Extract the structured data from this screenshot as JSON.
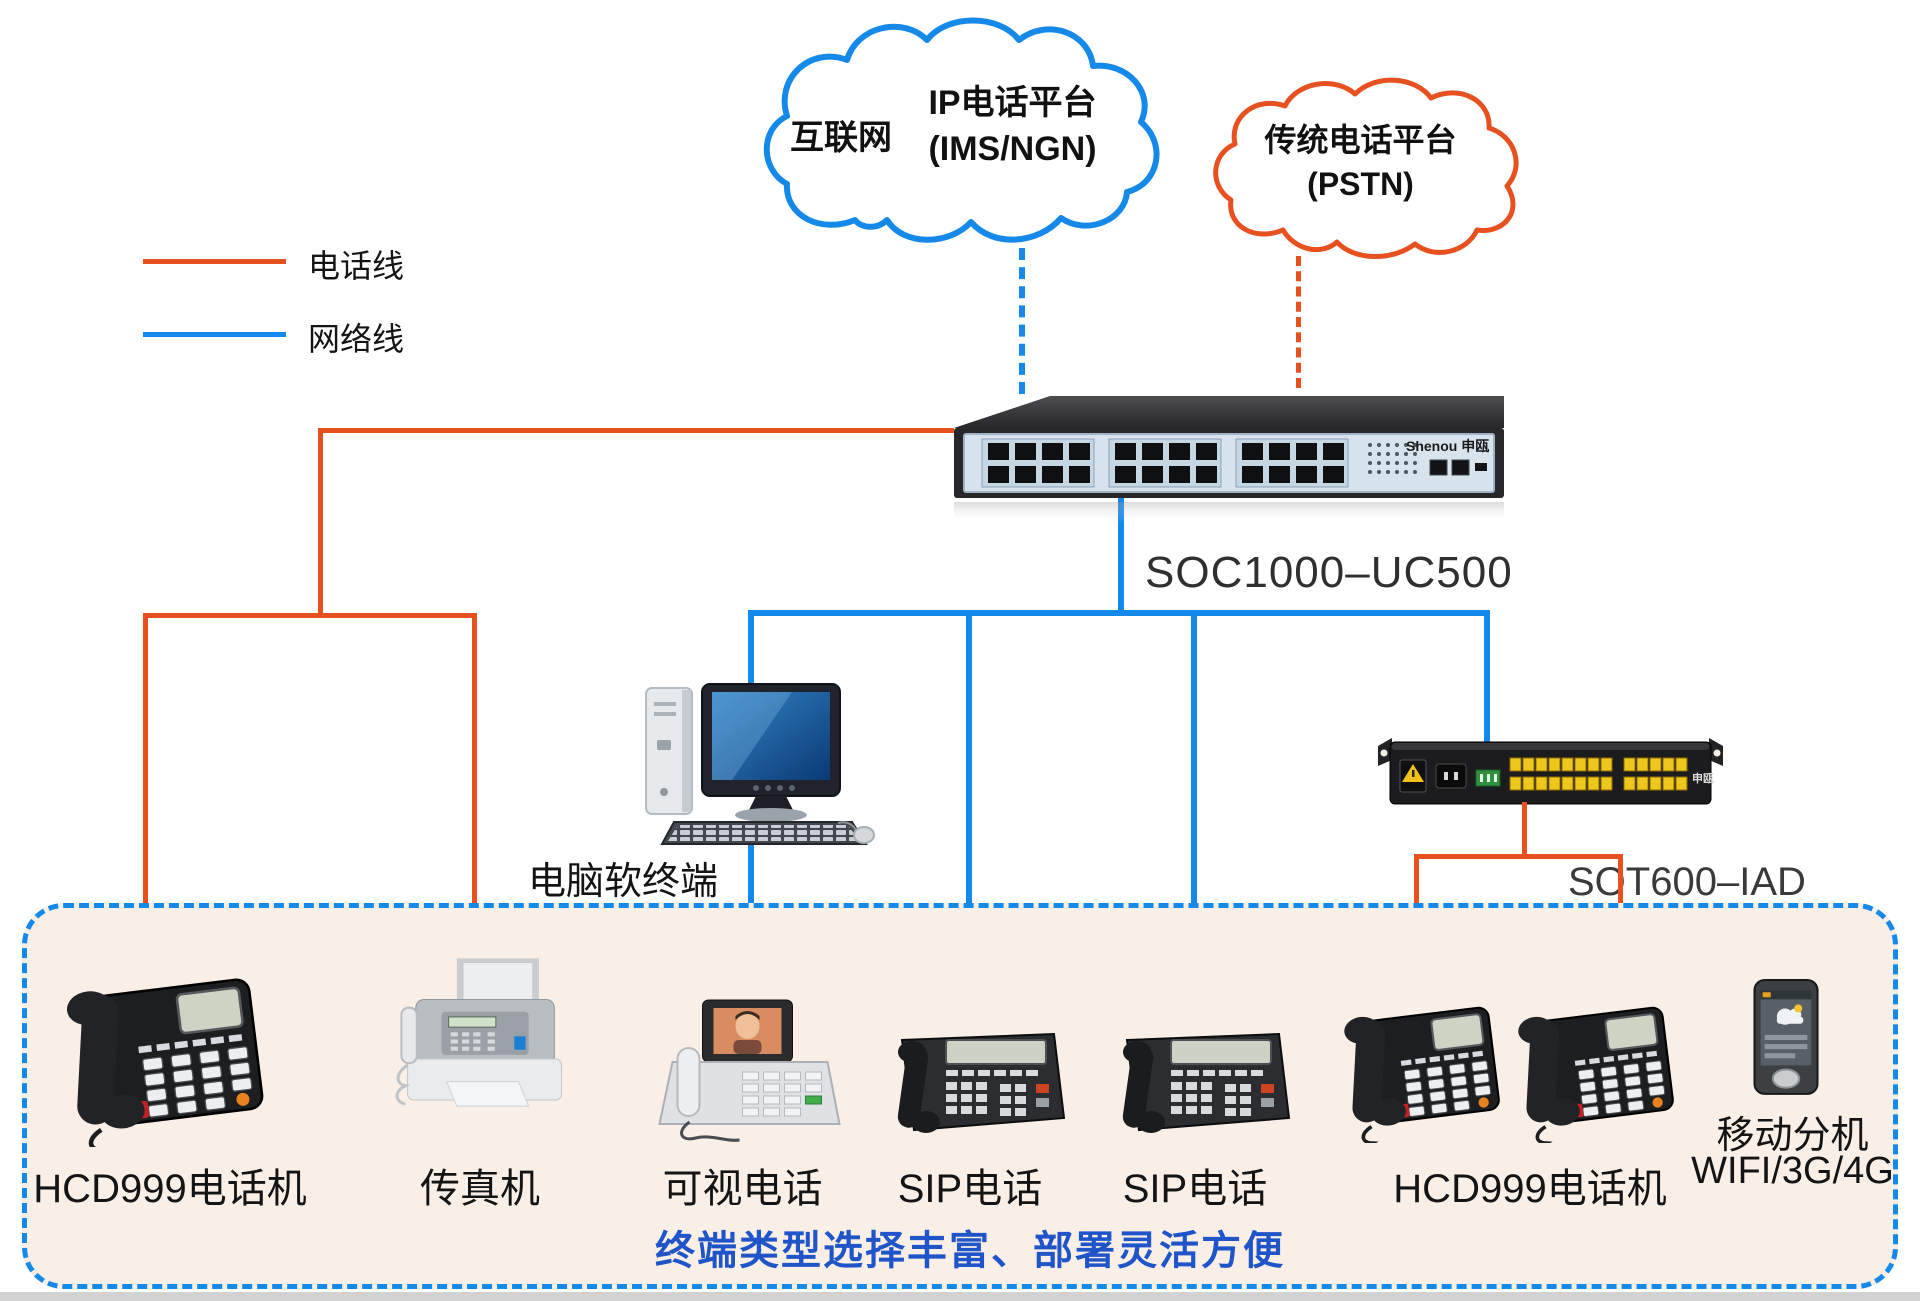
{
  "diagram": {
    "clouds": {
      "internet": {
        "label": "互联网",
        "line1": "IP电话平台",
        "line2": "(IMS/NGN)"
      },
      "pstn": {
        "line1": "传统电话平台",
        "line2": "(PSTN)"
      }
    },
    "legend": {
      "items": [
        {
          "label": "电话线"
        },
        {
          "label": "网络线"
        }
      ]
    },
    "soc": {
      "brand": "Shenou 申瓯",
      "label": "SOC1000–UC500"
    },
    "computer": {
      "label": "电脑软终端"
    },
    "iad": {
      "label": "SOT600–IAD",
      "brand": "申瓯"
    },
    "terminals": [
      {
        "label": "HCD999电话机"
      },
      {
        "label": "传真机"
      },
      {
        "label": "可视电话"
      },
      {
        "label": "SIP电话"
      },
      {
        "label": "SIP电话"
      },
      {
        "label": "HCD999电话机"
      }
    ],
    "mobile": {
      "line1": "移动分机",
      "line2": "WIFI/3G/4G"
    },
    "caption": "终端类型选择丰富、部署灵活方便",
    "colors": {
      "phone_line": "#e6511f",
      "network_line": "#1589e9",
      "caption": "#1f55c8",
      "box_fill": "#f9efe7"
    }
  }
}
